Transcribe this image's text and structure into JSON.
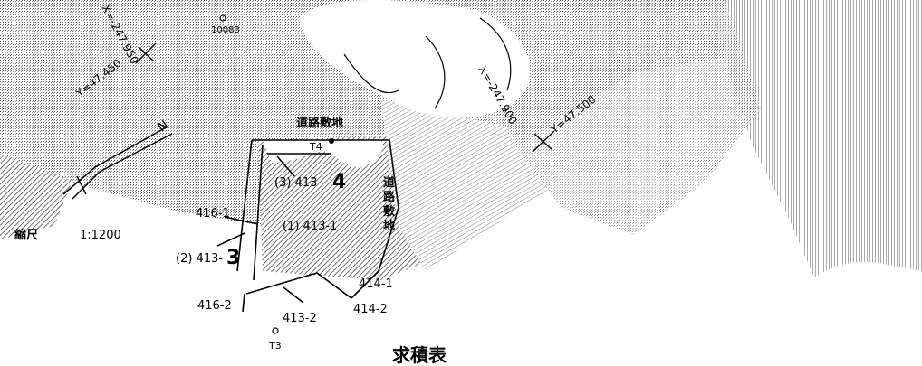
{
  "map": {
    "scale_label": "縮尺",
    "scale_value": "1:1200",
    "north_letter": "N",
    "table_title": "求積表",
    "road_label_top": "道路敷地",
    "road_label_side": [
      "道",
      "路",
      "敷",
      "地"
    ],
    "coords": {
      "x_top_left": "X=-247.950",
      "y_top_left": "Y=47.450",
      "x_right": "X=-247.900",
      "y_right": "Y=47.500"
    },
    "points": {
      "benchmark": "10083",
      "t4": "T4",
      "t3": "T3"
    },
    "parcels": {
      "p3_prefix": "(3) 413-",
      "p3_suffix": "4",
      "p1": "(1) 413-1",
      "p2_prefix": "(2) 413-",
      "p2_suffix": "3",
      "l416_1": "416-1",
      "l416_2": "416-2",
      "l413_2": "413-2",
      "l414_1": "414-1",
      "l414_2": "414-2"
    },
    "colors": {
      "ink": "#000000",
      "paper": "#ffffff",
      "shade": "#7a7a7a"
    }
  }
}
